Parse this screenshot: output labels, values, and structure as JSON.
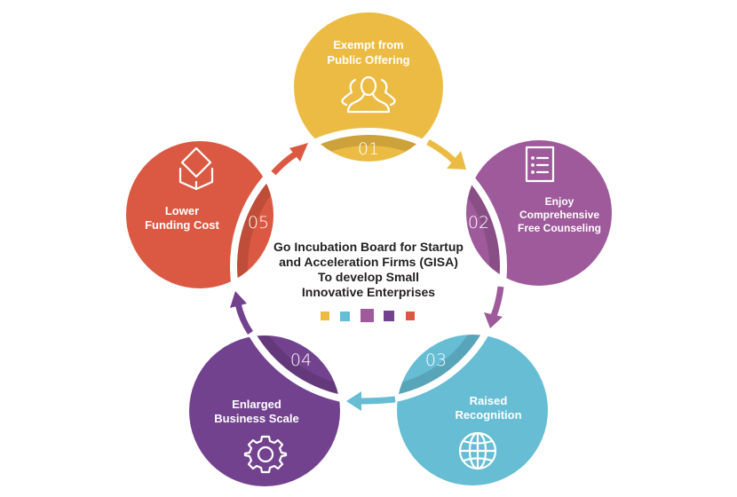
{
  "center_text": [
    "Go Incubation Board for Startup",
    "and Acceleration Firms (GISA)",
    "To develop Small",
    "Innovative Enterprises"
  ],
  "colors": {
    "yellow": "#ecbb43",
    "purple": "#9f5a9b",
    "cyan": "#66bdd4",
    "violet": "#73428f",
    "red": "#db5942"
  },
  "steps": [
    {
      "number": "01",
      "label": [
        "Exempt from",
        "Public Offering"
      ],
      "icon": "people-icon",
      "color": "#ecbb43"
    },
    {
      "number": "02",
      "label": [
        "Enjoy",
        "Comprehensive",
        "Free Counseling"
      ],
      "icon": "document-list-icon",
      "color": "#9f5a9b"
    },
    {
      "number": "03",
      "label": [
        "Raised",
        "Recognition"
      ],
      "icon": "globe-icon",
      "color": "#66bdd4"
    },
    {
      "number": "04",
      "label": [
        "Enlarged",
        "Business Scale"
      ],
      "icon": "gear-icon",
      "color": "#73428f"
    },
    {
      "number": "05",
      "label": [
        "Lower",
        "Funding Cost"
      ],
      "icon": "box-icon",
      "color": "#db5942"
    }
  ]
}
